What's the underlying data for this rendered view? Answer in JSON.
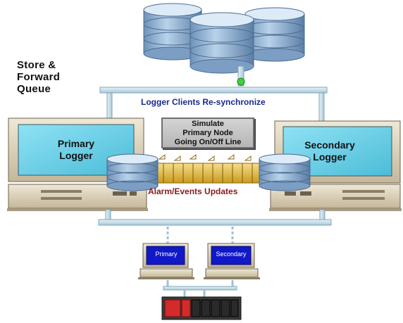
{
  "diagram": {
    "title_lines": [
      "Store &",
      "Forward",
      "Queue"
    ],
    "resync_label": "Logger Clients Re-synchronize",
    "simulate_button_lines": [
      "Simulate",
      "Primary Node",
      "Going On/Off Line"
    ],
    "primary_logger_lines": [
      "Primary",
      "Logger"
    ],
    "secondary_logger_lines": [
      "Secondary",
      "Logger"
    ],
    "alarm_label": "Alarm/Events Updates",
    "client_primary_label": "Primary",
    "client_secondary_label": "Secondary"
  },
  "colors": {
    "pipe": "#cfe4ee",
    "pipe_edge": "#7fa4b8",
    "db_body": "#9ebfdf",
    "db_top": "#d6e6f5",
    "monitor_screen": "#6fd0e8",
    "client_screen": "#1018c8",
    "casing": "#d9cfb8",
    "packet": "#e8c040",
    "plc_red": "#d42a2a"
  }
}
